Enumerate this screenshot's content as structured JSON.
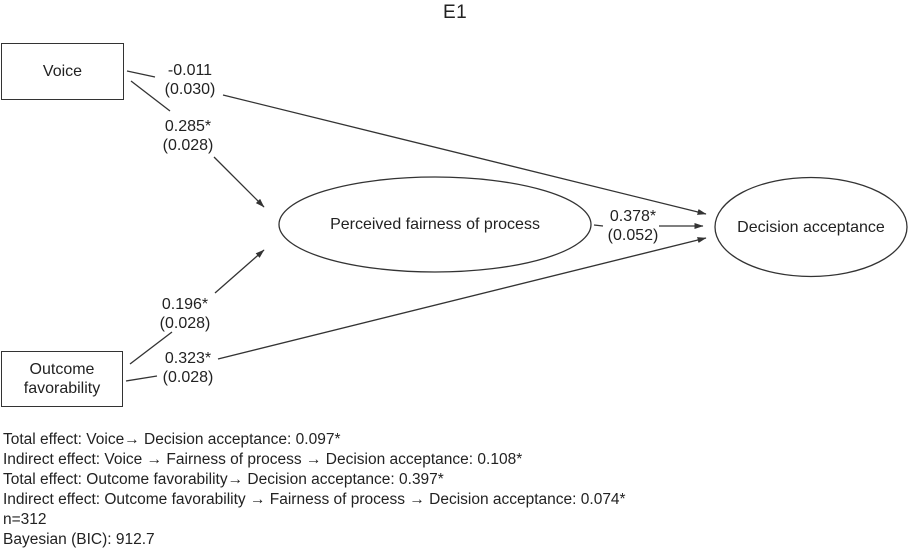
{
  "title": "E1",
  "nodes": {
    "voice": {
      "label": "Voice",
      "shape": "rectangle"
    },
    "outcome_favorability": {
      "label": "Outcome favorability",
      "shape": "rectangle"
    },
    "perceived_fairness": {
      "label": "Perceived fairness of process",
      "shape": "ellipse"
    },
    "decision_acceptance": {
      "label": "Decision acceptance",
      "shape": "ellipse"
    }
  },
  "paths": [
    {
      "from": "Voice",
      "to": "Decision acceptance",
      "coef": "-0.011",
      "se": "(0.030)"
    },
    {
      "from": "Voice",
      "to": "Perceived fairness of process",
      "coef": "0.285*",
      "se": "(0.028)"
    },
    {
      "from": "Outcome favorability",
      "to": "Perceived fairness of process",
      "coef": "0.196*",
      "se": "(0.028)"
    },
    {
      "from": "Outcome favorability",
      "to": "Decision acceptance",
      "coef": "0.323*",
      "se": "(0.028)"
    },
    {
      "from": "Perceived fairness of process",
      "to": "Decision acceptance",
      "coef": "0.378*",
      "se": "(0.052)"
    }
  ],
  "notes": [
    "Total effect: Voice→ Decision acceptance: 0.097*",
    "Indirect effect: Voice → Fairness of process → Decision acceptance: 0.108*",
    "Total effect: Outcome favorability→ Decision acceptance: 0.397*",
    "Indirect effect: Outcome favorability → Fairness of process → Decision acceptance: 0.074*",
    "n=312",
    "Bayesian (BIC): 912.7"
  ],
  "colors": {
    "ink": "#222222",
    "line": "#333333",
    "background": "#ffffff"
  }
}
